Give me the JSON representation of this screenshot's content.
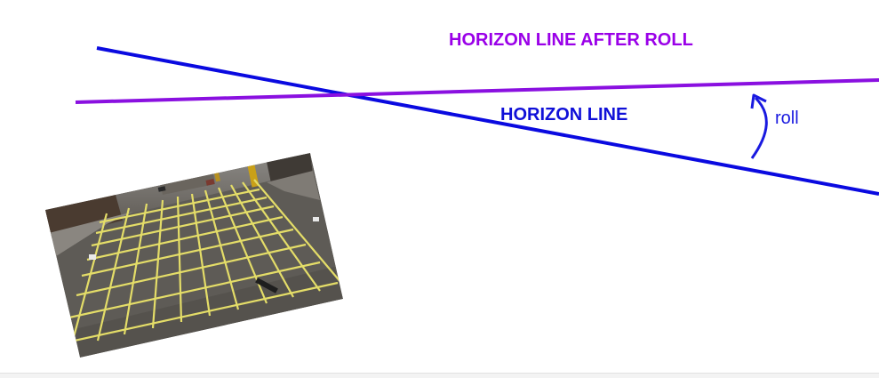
{
  "labels": {
    "horizon_after_roll": "HORIZON LINE AFTER ROLL",
    "horizon_line": "HORIZON LINE",
    "roll": "roll"
  },
  "colors": {
    "horizon_after_roll_line": "#8a10e0",
    "horizon_line": "#0a0ae0",
    "roll_arrow": "#1a1ae0",
    "asphalt": "#5e5b56",
    "crosswalk_grid": "#e4dd68"
  },
  "illustration": {
    "description_icon": "tilted-street-intersection-photo"
  }
}
